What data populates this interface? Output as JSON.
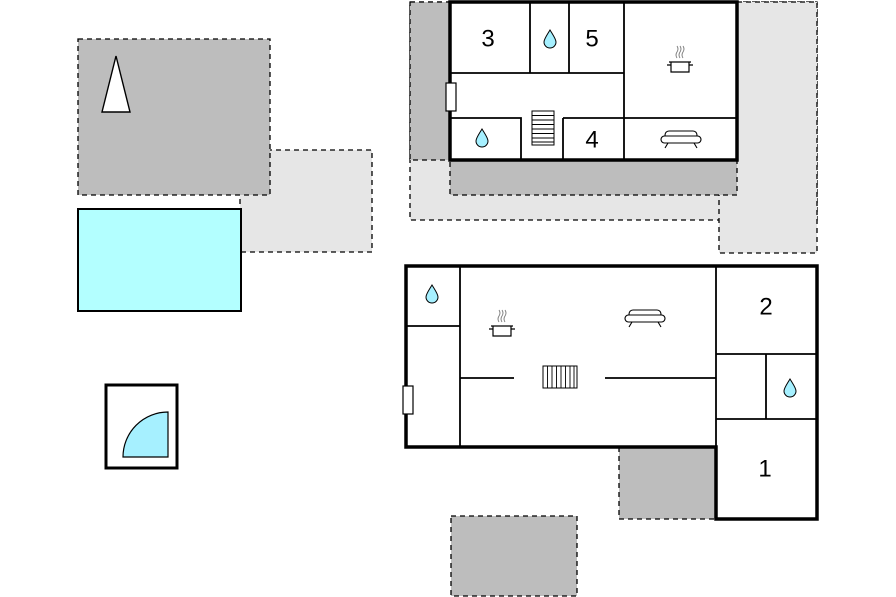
{
  "rooms": {
    "r1": "1",
    "r2": "2",
    "r3": "3",
    "r4": "4",
    "r5": "5"
  },
  "icons": [
    "north-arrow-icon",
    "pool",
    "shower-icon",
    "water-drop-icon",
    "stairs-icon",
    "cooktop-icon",
    "sofa-icon",
    "door-icon"
  ],
  "colors": {
    "terrace_dark": "#bdbdbd",
    "terrace_light": "#e6e6e6",
    "pool": "#b3ffff",
    "drop": "#a6f0ff",
    "wall": "#000000"
  }
}
